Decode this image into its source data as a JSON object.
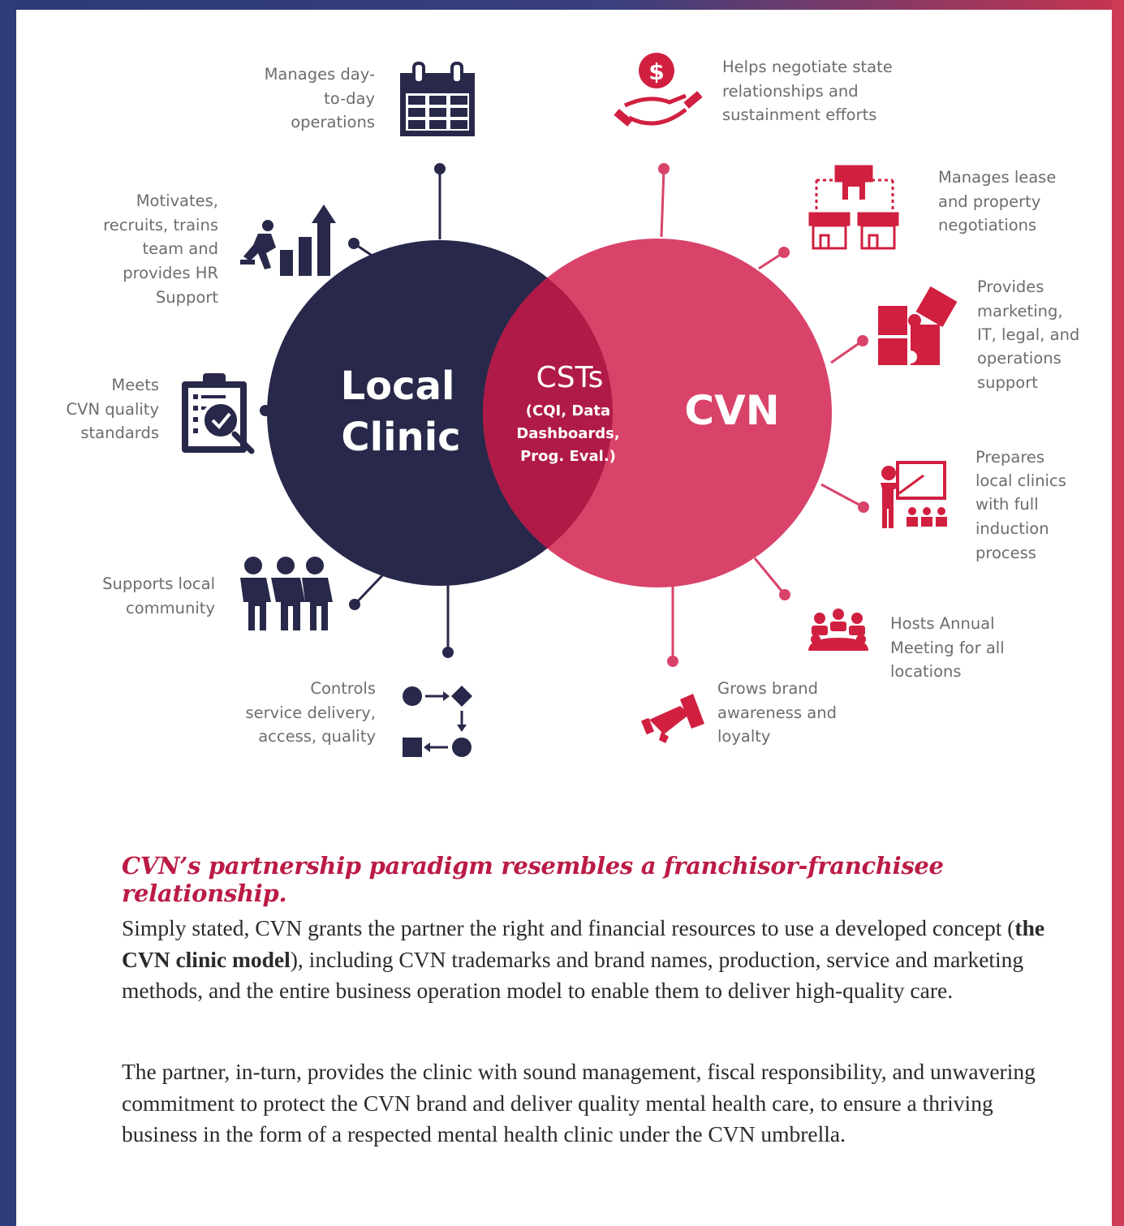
{
  "diagram": {
    "left_circle": {
      "line1": "Local",
      "line2": "Clinic",
      "color": "#28284a"
    },
    "right_circle": {
      "label": "CVN",
      "color": "#d9436a"
    },
    "overlap": {
      "title": "CSTs",
      "line1": "(CQI, Data",
      "line2": "Dashboards,",
      "line3": "Prog. Eval.)",
      "color": "#b01a46"
    },
    "left_items": {
      "operations": [
        "Manages day-",
        "to-day",
        "operations"
      ],
      "hr": [
        "Motivates,",
        "recruits, trains",
        "team and",
        "provides HR",
        "Support"
      ],
      "quality": [
        "Meets",
        "CVN quality",
        "standards"
      ],
      "community": [
        "Supports local",
        "community"
      ],
      "delivery": [
        "Controls",
        "service delivery,",
        "access, quality"
      ]
    },
    "right_items": {
      "negotiate": [
        "Helps negotiate state",
        "relationships and",
        "sustainment efforts"
      ],
      "lease": [
        "Manages lease",
        "and property",
        "negotiations"
      ],
      "support": [
        "Provides",
        "marketing,",
        "IT, legal, and",
        "operations",
        "support"
      ],
      "induction": [
        "Prepares",
        "local clinics",
        "with full",
        "induction",
        "process"
      ],
      "meeting": [
        "Hosts Annual",
        "Meeting for all",
        "locations"
      ],
      "brand": [
        "Grows brand",
        "awareness and",
        "loyalty"
      ]
    },
    "icons": {
      "operations": "calendar-icon",
      "hr": "growth-runner-icon",
      "quality": "clipboard-check-icon",
      "community": "people-group-icon",
      "delivery": "process-flow-icon",
      "negotiate": "money-hands-icon",
      "lease": "storefront-icon",
      "support": "puzzle-icon",
      "induction": "training-icon",
      "meeting": "meeting-icon",
      "brand": "megaphone-icon"
    }
  },
  "text": {
    "headline": "CVN’s partnership paradigm resembles a franchisor-franchisee relationship.",
    "p1_before": "Simply stated, CVN grants the partner the right and financial resources to use a developed concept (",
    "p1_bold": "the CVN clinic model",
    "p1_after": "), including CVN trademarks and brand names, production, service and marketing methods, and the entire business operation model to enable them to deliver high-quality care.",
    "p2": "The partner, in-turn, provides the clinic with sound management, fiscal responsibility, and unwavering commitment to protect the CVN brand and deliver quality mental health care, to ensure a thriving business in the form of a respected mental health clinic under the CVN umbrella."
  }
}
